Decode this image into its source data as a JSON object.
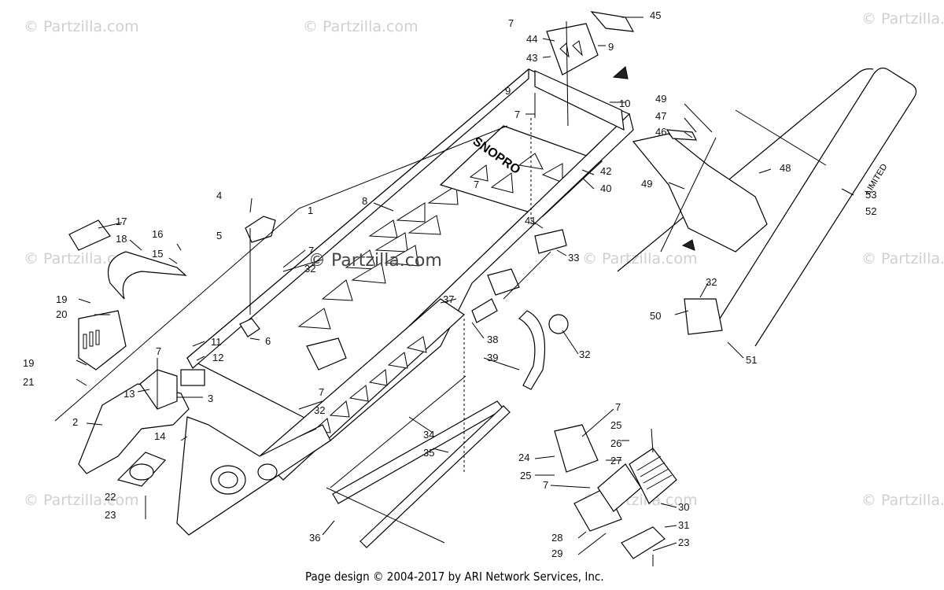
{
  "watermark": "© Partzilla.com",
  "center_watermark": "© Partzilla.com",
  "footer": "Page design © 2004-2017 by ARI Network Services, Inc.",
  "tunnel_decal": "SNOPRO",
  "rail_decal": "LIMITED",
  "callouts": [
    {
      "id": "c1",
      "text": "1"
    },
    {
      "id": "c2",
      "text": "2"
    },
    {
      "id": "c3",
      "text": "3"
    },
    {
      "id": "c4",
      "text": "4"
    },
    {
      "id": "c5",
      "text": "5"
    },
    {
      "id": "c6",
      "text": "6"
    },
    {
      "id": "c7a",
      "text": "7"
    },
    {
      "id": "c7b",
      "text": "7"
    },
    {
      "id": "c7c",
      "text": "7"
    },
    {
      "id": "c7d",
      "text": "7"
    },
    {
      "id": "c7e",
      "text": "7"
    },
    {
      "id": "c7f",
      "text": "7"
    },
    {
      "id": "c7g",
      "text": "7"
    },
    {
      "id": "c7h",
      "text": "7"
    },
    {
      "id": "c8",
      "text": "8"
    },
    {
      "id": "c9a",
      "text": "9"
    },
    {
      "id": "c9b",
      "text": "9"
    },
    {
      "id": "c10",
      "text": "10"
    },
    {
      "id": "c11",
      "text": "11"
    },
    {
      "id": "c12",
      "text": "12"
    },
    {
      "id": "c13",
      "text": "13"
    },
    {
      "id": "c14",
      "text": "14"
    },
    {
      "id": "c15",
      "text": "15"
    },
    {
      "id": "c16",
      "text": "16"
    },
    {
      "id": "c17",
      "text": "17"
    },
    {
      "id": "c18",
      "text": "18"
    },
    {
      "id": "c19a",
      "text": "19"
    },
    {
      "id": "c19b",
      "text": "19"
    },
    {
      "id": "c20",
      "text": "20"
    },
    {
      "id": "c21",
      "text": "21"
    },
    {
      "id": "c22",
      "text": "22"
    },
    {
      "id": "c23a",
      "text": "23"
    },
    {
      "id": "c23b",
      "text": "23"
    },
    {
      "id": "c24",
      "text": "24"
    },
    {
      "id": "c25a",
      "text": "25"
    },
    {
      "id": "c25b",
      "text": "25"
    },
    {
      "id": "c26",
      "text": "26"
    },
    {
      "id": "c27",
      "text": "27"
    },
    {
      "id": "c28",
      "text": "28"
    },
    {
      "id": "c29",
      "text": "29"
    },
    {
      "id": "c30",
      "text": "30"
    },
    {
      "id": "c31",
      "text": "31"
    },
    {
      "id": "c32a",
      "text": "32"
    },
    {
      "id": "c32b",
      "text": "32"
    },
    {
      "id": "c32c",
      "text": "32"
    },
    {
      "id": "c32d",
      "text": "32"
    },
    {
      "id": "c33",
      "text": "33"
    },
    {
      "id": "c34",
      "text": "34"
    },
    {
      "id": "c35",
      "text": "35"
    },
    {
      "id": "c36",
      "text": "36"
    },
    {
      "id": "c37",
      "text": "37"
    },
    {
      "id": "c38",
      "text": "38"
    },
    {
      "id": "c39",
      "text": "39"
    },
    {
      "id": "c40",
      "text": "40"
    },
    {
      "id": "c41",
      "text": "41"
    },
    {
      "id": "c42",
      "text": "42"
    },
    {
      "id": "c43",
      "text": "43"
    },
    {
      "id": "c44",
      "text": "44"
    },
    {
      "id": "c45",
      "text": "45"
    },
    {
      "id": "c46",
      "text": "46"
    },
    {
      "id": "c47",
      "text": "47"
    },
    {
      "id": "c48",
      "text": "48"
    },
    {
      "id": "c49a",
      "text": "49"
    },
    {
      "id": "c49b",
      "text": "49"
    },
    {
      "id": "c50",
      "text": "50"
    },
    {
      "id": "c51",
      "text": "51"
    },
    {
      "id": "c52",
      "text": "52"
    },
    {
      "id": "c53",
      "text": "53"
    }
  ]
}
